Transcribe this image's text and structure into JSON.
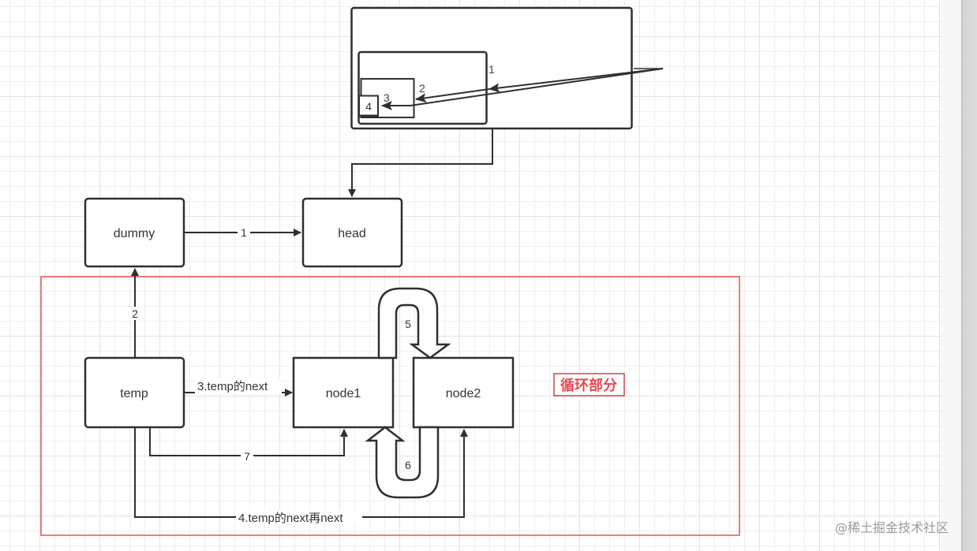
{
  "colors": {
    "stroke": "#2f2f2f",
    "text": "#333333",
    "loop_border": "#e0525a",
    "loop_label": "#e8464f",
    "loop_label_border": "#c8141c"
  },
  "nested_boxes": {
    "labels": [
      "1",
      "2",
      "3",
      "4"
    ]
  },
  "nodes": {
    "dummy": "dummy",
    "head": "head",
    "temp": "temp",
    "node1": "node1",
    "node2": "node2"
  },
  "edges": {
    "dummy_to_head": "1",
    "temp_to_dummy": "2",
    "temp_next": "3.temp的next",
    "temp_next_next": "4.temp的next再next",
    "node1_to_node2": "5",
    "node2_to_node1": "6",
    "temp_to_node1": "7"
  },
  "loop_section": {
    "label": "循环部分"
  },
  "watermark": "@稀土掘金技术社区"
}
